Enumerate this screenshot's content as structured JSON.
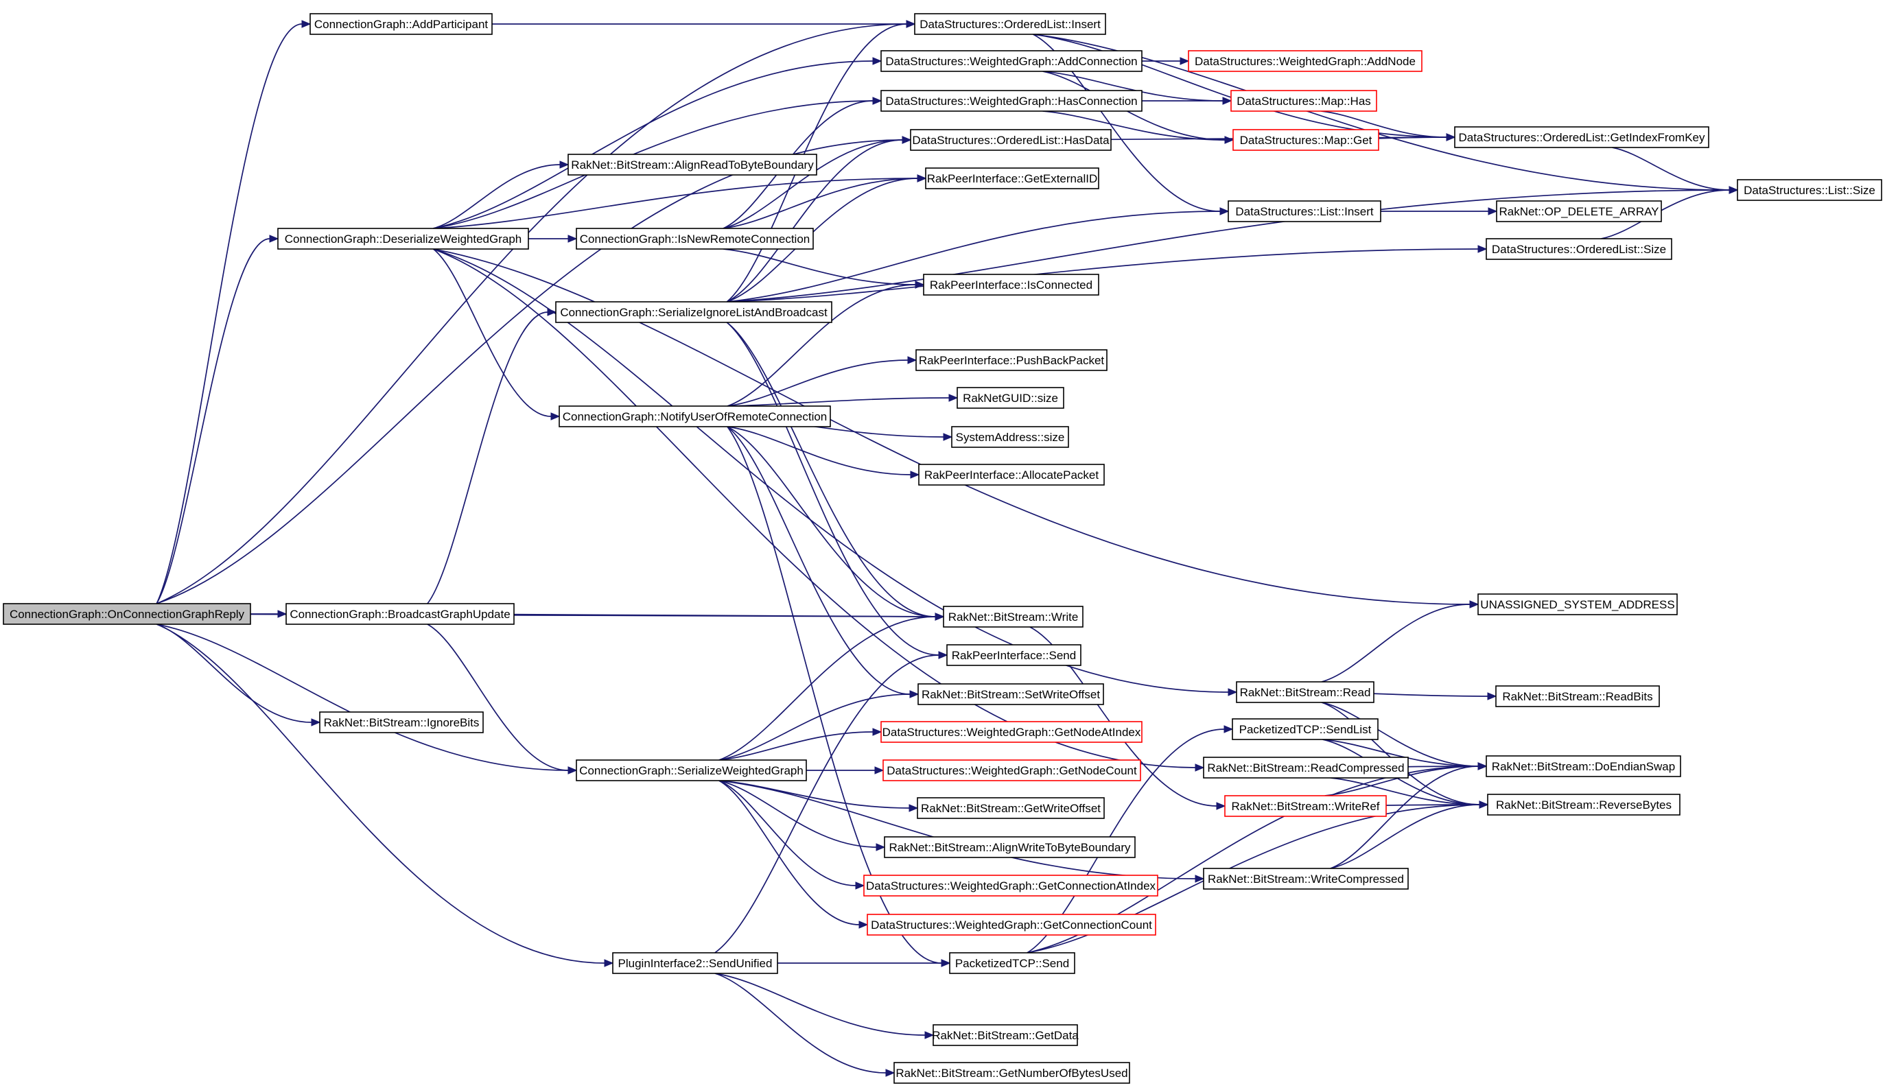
{
  "colors": {
    "edge": "#191970",
    "node_border": "#000000",
    "truncated_border": "#ff0000",
    "root_fill": "#bfbfbf",
    "background": "#ffffff"
  },
  "nodes": {
    "root": {
      "label": "ConnectionGraph::OnConnectionGraphReply",
      "kind": "root"
    },
    "addParticipant": {
      "label": "ConnectionGraph::AddParticipant",
      "kind": "normal"
    },
    "deserialize": {
      "label": "ConnectionGraph::DeserializeWeightedGraph",
      "kind": "normal"
    },
    "broadcast": {
      "label": "ConnectionGraph::BroadcastGraphUpdate",
      "kind": "normal"
    },
    "ignoreBits": {
      "label": "RakNet::BitStream::IgnoreBits",
      "kind": "normal"
    },
    "sendUnified": {
      "label": "PluginInterface2::SendUnified",
      "kind": "normal"
    },
    "alignRead": {
      "label": "RakNet::BitStream::AlignReadToByteBoundary",
      "kind": "normal"
    },
    "isNewRemote": {
      "label": "ConnectionGraph::IsNewRemoteConnection",
      "kind": "normal"
    },
    "serIgnore": {
      "label": "ConnectionGraph::SerializeIgnoreListAndBroadcast",
      "kind": "normal"
    },
    "notifyUser": {
      "label": "ConnectionGraph::NotifyUserOfRemoteConnection",
      "kind": "normal"
    },
    "serWeighted": {
      "label": "ConnectionGraph::SerializeWeightedGraph",
      "kind": "normal"
    },
    "olInsert": {
      "label": "DataStructures::OrderedList::Insert",
      "kind": "normal"
    },
    "wgAddConn": {
      "label": "DataStructures::WeightedGraph::AddConnection",
      "kind": "normal"
    },
    "wgHasConn": {
      "label": "DataStructures::WeightedGraph::HasConnection",
      "kind": "normal"
    },
    "olHasData": {
      "label": "DataStructures::OrderedList::HasData",
      "kind": "normal"
    },
    "getExtID": {
      "label": "RakPeerInterface::GetExternalID",
      "kind": "normal"
    },
    "isConnected": {
      "label": "RakPeerInterface::IsConnected",
      "kind": "normal"
    },
    "pushBack": {
      "label": "RakPeerInterface::PushBackPacket",
      "kind": "normal"
    },
    "guidSize": {
      "label": "RakNetGUID::size",
      "kind": "normal"
    },
    "saSize": {
      "label": "SystemAddress::size",
      "kind": "normal"
    },
    "allocPkt": {
      "label": "RakPeerInterface::AllocatePacket",
      "kind": "normal"
    },
    "bsWrite": {
      "label": "RakNet::BitStream::Write",
      "kind": "normal"
    },
    "rpSend": {
      "label": "RakPeerInterface::Send",
      "kind": "normal"
    },
    "setWriteOff": {
      "label": "RakNet::BitStream::SetWriteOffset",
      "kind": "normal"
    },
    "getNodeAt": {
      "label": "DataStructures::WeightedGraph::GetNodeAtIndex",
      "kind": "truncated"
    },
    "getNodeCount": {
      "label": "DataStructures::WeightedGraph::GetNodeCount",
      "kind": "truncated"
    },
    "getWriteOff": {
      "label": "RakNet::BitStream::GetWriteOffset",
      "kind": "normal"
    },
    "alignWrite": {
      "label": "RakNet::BitStream::AlignWriteToByteBoundary",
      "kind": "normal"
    },
    "getConnAt": {
      "label": "DataStructures::WeightedGraph::GetConnectionAtIndex",
      "kind": "truncated"
    },
    "getConnCount": {
      "label": "DataStructures::WeightedGraph::GetConnectionCount",
      "kind": "truncated"
    },
    "ptcpSend": {
      "label": "PacketizedTCP::Send",
      "kind": "normal"
    },
    "getData": {
      "label": "RakNet::BitStream::GetData",
      "kind": "normal"
    },
    "getBytesUsed": {
      "label": "RakNet::BitStream::GetNumberOfBytesUsed",
      "kind": "normal"
    },
    "wgAddNode": {
      "label": "DataStructures::WeightedGraph::AddNode",
      "kind": "truncated"
    },
    "mapHas": {
      "label": "DataStructures::Map::Has",
      "kind": "truncated"
    },
    "mapGet": {
      "label": "DataStructures::Map::Get",
      "kind": "truncated"
    },
    "listInsert": {
      "label": "DataStructures::List::Insert",
      "kind": "normal"
    },
    "unassigned": {
      "label": "UNASSIGNED_SYSTEM_ADDRESS",
      "kind": "normal"
    },
    "bsRead": {
      "label": "RakNet::BitStream::Read",
      "kind": "normal"
    },
    "sendList": {
      "label": "PacketizedTCP::SendList",
      "kind": "normal"
    },
    "readCompressed": {
      "label": "RakNet::BitStream::ReadCompressed",
      "kind": "normal"
    },
    "writeRef": {
      "label": "RakNet::BitStream::WriteRef",
      "kind": "truncated"
    },
    "writeCompressed": {
      "label": "RakNet::BitStream::WriteCompressed",
      "kind": "normal"
    },
    "olGetIdx": {
      "label": "DataStructures::OrderedList::GetIndexFromKey",
      "kind": "normal"
    },
    "opDelete": {
      "label": "RakNet::OP_DELETE_ARRAY",
      "kind": "normal"
    },
    "olSize": {
      "label": "DataStructures::OrderedList::Size",
      "kind": "normal"
    },
    "readBits": {
      "label": "RakNet::BitStream::ReadBits",
      "kind": "normal"
    },
    "doEndian": {
      "label": "RakNet::BitStream::DoEndianSwap",
      "kind": "normal"
    },
    "reverseBytes": {
      "label": "RakNet::BitStream::ReverseBytes",
      "kind": "normal"
    },
    "listSize": {
      "label": "DataStructures::List::Size",
      "kind": "normal"
    }
  },
  "edges": [
    [
      "root",
      "addParticipant"
    ],
    [
      "root",
      "deserialize"
    ],
    [
      "root",
      "broadcast"
    ],
    [
      "root",
      "ignoreBits"
    ],
    [
      "root",
      "sendUnified"
    ],
    [
      "root",
      "olInsert"
    ],
    [
      "root",
      "olHasData"
    ],
    [
      "root",
      "bsWrite"
    ],
    [
      "root",
      "serWeighted"
    ],
    [
      "addParticipant",
      "olInsert"
    ],
    [
      "deserialize",
      "wgAddConn"
    ],
    [
      "deserialize",
      "wgHasConn"
    ],
    [
      "deserialize",
      "alignRead"
    ],
    [
      "deserialize",
      "isNewRemote"
    ],
    [
      "deserialize",
      "notifyUser"
    ],
    [
      "deserialize",
      "getExtID"
    ],
    [
      "deserialize",
      "unassigned"
    ],
    [
      "deserialize",
      "bsRead"
    ],
    [
      "deserialize",
      "readCompressed"
    ],
    [
      "isNewRemote",
      "wgHasConn"
    ],
    [
      "isNewRemote",
      "olHasData"
    ],
    [
      "isNewRemote",
      "getExtID"
    ],
    [
      "isNewRemote",
      "isConnected"
    ],
    [
      "serIgnore",
      "olInsert"
    ],
    [
      "serIgnore",
      "olHasData"
    ],
    [
      "serIgnore",
      "getExtID"
    ],
    [
      "serIgnore",
      "listInsert"
    ],
    [
      "serIgnore",
      "olSize"
    ],
    [
      "serIgnore",
      "listSize"
    ],
    [
      "serIgnore",
      "bsWrite"
    ],
    [
      "serIgnore",
      "rpSend"
    ],
    [
      "notifyUser",
      "isConnected"
    ],
    [
      "notifyUser",
      "pushBack"
    ],
    [
      "notifyUser",
      "guidSize"
    ],
    [
      "notifyUser",
      "saSize"
    ],
    [
      "notifyUser",
      "allocPkt"
    ],
    [
      "notifyUser",
      "bsWrite"
    ],
    [
      "notifyUser",
      "setWriteOff"
    ],
    [
      "notifyUser",
      "ptcpSend"
    ],
    [
      "broadcast",
      "serIgnore"
    ],
    [
      "broadcast",
      "bsWrite"
    ],
    [
      "broadcast",
      "serWeighted"
    ],
    [
      "serWeighted",
      "bsWrite"
    ],
    [
      "serWeighted",
      "setWriteOff"
    ],
    [
      "serWeighted",
      "getNodeAt"
    ],
    [
      "serWeighted",
      "getNodeCount"
    ],
    [
      "serWeighted",
      "getWriteOff"
    ],
    [
      "serWeighted",
      "alignWrite"
    ],
    [
      "serWeighted",
      "getConnAt"
    ],
    [
      "serWeighted",
      "getConnCount"
    ],
    [
      "serWeighted",
      "writeCompressed"
    ],
    [
      "sendUnified",
      "rpSend"
    ],
    [
      "sendUnified",
      "ptcpSend"
    ],
    [
      "sendUnified",
      "getData"
    ],
    [
      "sendUnified",
      "getBytesUsed"
    ],
    [
      "olInsert",
      "olGetIdx"
    ],
    [
      "olInsert",
      "listInsert"
    ],
    [
      "olInsert",
      "listSize"
    ],
    [
      "wgAddConn",
      "wgAddNode"
    ],
    [
      "wgAddConn",
      "mapHas"
    ],
    [
      "wgAddConn",
      "mapGet"
    ],
    [
      "wgHasConn",
      "mapHas"
    ],
    [
      "wgHasConn",
      "mapGet"
    ],
    [
      "olHasData",
      "olGetIdx"
    ],
    [
      "mapHas",
      "olGetIdx"
    ],
    [
      "mapGet",
      "olGetIdx"
    ],
    [
      "olGetIdx",
      "listSize"
    ],
    [
      "listInsert",
      "opDelete"
    ],
    [
      "olSize",
      "listSize"
    ],
    [
      "bsWrite",
      "writeRef"
    ],
    [
      "bsRead",
      "readBits"
    ],
    [
      "bsRead",
      "doEndian"
    ],
    [
      "bsRead",
      "reverseBytes"
    ],
    [
      "bsRead",
      "unassigned"
    ],
    [
      "sendList",
      "doEndian"
    ],
    [
      "sendList",
      "reverseBytes"
    ],
    [
      "readCompressed",
      "doEndian"
    ],
    [
      "readCompressed",
      "reverseBytes"
    ],
    [
      "writeRef",
      "doEndian"
    ],
    [
      "writeRef",
      "reverseBytes"
    ],
    [
      "writeCompressed",
      "doEndian"
    ],
    [
      "writeCompressed",
      "reverseBytes"
    ],
    [
      "ptcpSend",
      "sendList"
    ],
    [
      "ptcpSend",
      "doEndian"
    ],
    [
      "ptcpSend",
      "reverseBytes"
    ]
  ]
}
